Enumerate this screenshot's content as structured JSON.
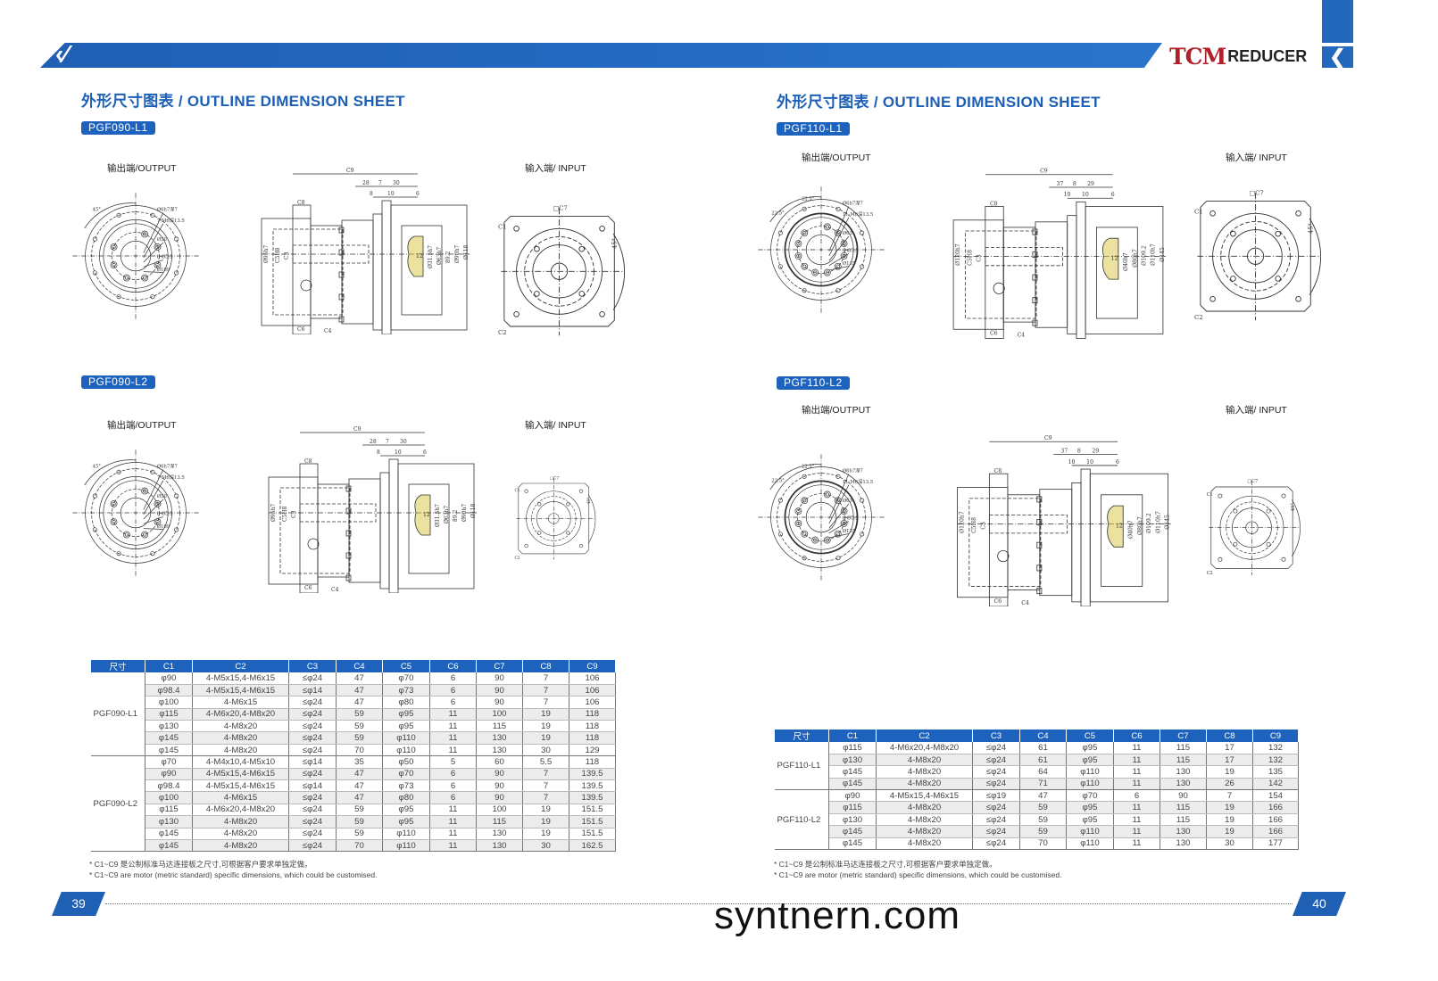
{
  "header": {
    "logo_mark": "TCM",
    "logo_word": "REDUCER",
    "back_icon": "chevron-left-icon"
  },
  "left": {
    "section_title": "外形尺寸图表 / OUTLINE DIMENSION SHEET",
    "page_number": "39",
    "variants": [
      {
        "model": "PGF090-L1",
        "output_label": "输出端/OUTPUT",
        "input_label": "输入端/ INPUT",
        "front": [
          "45°",
          "Ø6h7深7",
          "7-M6深13.5",
          "Ø50",
          "8-Ø5.5",
          "Ø109"
        ],
        "side": [
          "C9",
          "28",
          "7",
          "30",
          "8",
          "10",
          "6",
          "C8",
          "C6",
          "C4",
          "Ø95h7",
          "C5H8",
          "C3",
          "12",
          "Ø31.5h7",
          "Ø63h7",
          "89.2",
          "Ø90h7",
          "Ø118"
        ],
        "input": [
          "C7",
          "C1",
          "C2",
          "45°"
        ]
      },
      {
        "model": "PGF090-L2",
        "output_label": "输出端/OUTPUT",
        "input_label": "输入端/ INPUT",
        "front": [
          "45°",
          "Ø6h7深7",
          "7-M6深13.5",
          "Ø50",
          "8-Ø5.5",
          "Ø109"
        ],
        "side": [
          "C9",
          "28",
          "7",
          "30",
          "8",
          "10",
          "6",
          "C8",
          "C6",
          "C4",
          "Ø95h7",
          "C5H8",
          "C3",
          "12",
          "Ø31.5h7",
          "Ø63h7",
          "89.2",
          "Ø90h7",
          "Ø118"
        ],
        "input": [
          "C7",
          "C1",
          "C2",
          "45°"
        ]
      }
    ],
    "table": {
      "headers": [
        "尺寸",
        "C1",
        "C2",
        "C3",
        "C4",
        "C5",
        "C6",
        "C7",
        "C8",
        "C9"
      ],
      "groups": [
        {
          "model": "PGF090-L1",
          "rows": [
            [
              "φ90",
              "4-M5x15,4-M6x15",
              "≤φ24",
              "47",
              "φ70",
              "6",
              "90",
              "7",
              "106"
            ],
            [
              "φ98.4",
              "4-M5x15,4-M6x15",
              "≤φ14",
              "47",
              "φ73",
              "6",
              "90",
              "7",
              "106"
            ],
            [
              "φ100",
              "4-M6x15",
              "≤φ24",
              "47",
              "φ80",
              "6",
              "90",
              "7",
              "106"
            ],
            [
              "φ115",
              "4-M6x20,4-M8x20",
              "≤φ24",
              "59",
              "φ95",
              "11",
              "100",
              "19",
              "118"
            ],
            [
              "φ130",
              "4-M8x20",
              "≤φ24",
              "59",
              "φ95",
              "11",
              "115",
              "19",
              "118"
            ],
            [
              "φ145",
              "4-M8x20",
              "≤φ24",
              "59",
              "φ110",
              "11",
              "130",
              "19",
              "118"
            ],
            [
              "φ145",
              "4-M8x20",
              "≤φ24",
              "70",
              "φ110",
              "11",
              "130",
              "30",
              "129"
            ]
          ]
        },
        {
          "model": "PGF090-L2",
          "rows": [
            [
              "φ70",
              "4-M4x10,4-M5x10",
              "≤φ14",
              "35",
              "φ50",
              "5",
              "60",
              "5.5",
              "118"
            ],
            [
              "φ90",
              "4-M5x15,4-M6x15",
              "≤φ24",
              "47",
              "φ70",
              "6",
              "90",
              "7",
              "139.5"
            ],
            [
              "φ98.4",
              "4-M5x15,4-M6x15",
              "≤φ14",
              "47",
              "φ73",
              "6",
              "90",
              "7",
              "139.5"
            ],
            [
              "φ100",
              "4-M6x15",
              "≤φ24",
              "47",
              "φ80",
              "6",
              "90",
              "7",
              "139.5"
            ],
            [
              "φ115",
              "4-M6x20,4-M8x20",
              "≤φ24",
              "59",
              "φ95",
              "11",
              "100",
              "19",
              "151.5"
            ],
            [
              "φ130",
              "4-M8x20",
              "≤φ24",
              "59",
              "φ95",
              "11",
              "115",
              "19",
              "151.5"
            ],
            [
              "φ145",
              "4-M8x20",
              "≤φ24",
              "59",
              "φ110",
              "11",
              "130",
              "19",
              "151.5"
            ],
            [
              "φ145",
              "4-M8x20",
              "≤φ24",
              "70",
              "φ110",
              "11",
              "130",
              "30",
              "162.5"
            ]
          ]
        }
      ]
    },
    "footnote_cn": "* C1~C9 是公制标准马达连接板之尺寸,可根据客户要求单独定做。",
    "footnote_en": "* C1~C9 are motor (metric standard) specific dimensions, which could be customised."
  },
  "right": {
    "section_title": "外形尺寸图表 / OUTLINE DIMENSION SHEET",
    "page_number": "40",
    "variants": [
      {
        "model": "PGF110-L1",
        "output_label": "输出端/OUTPUT",
        "input_label": "输入端/ INPUT",
        "front": [
          "22.5°",
          "22.5°",
          "Ø6h7深7",
          "11-M6深13.5",
          "Ø63",
          "8-Ø5.5",
          "Ø135"
        ],
        "side": [
          "C9",
          "37",
          "8",
          "29",
          "10",
          "10",
          "6",
          "C8",
          "C6",
          "C4",
          "Ø120h7",
          "C5H8",
          "C3",
          "12",
          "Ø40h7",
          "Ø80h7",
          "Ø109.2",
          "Ø110h7",
          "Ø145"
        ],
        "input": [
          "C7",
          "C1",
          "C2",
          "45°"
        ]
      },
      {
        "model": "PGF110-L2",
        "output_label": "输出端/OUTPUT",
        "input_label": "输入端/ INPUT",
        "front": [
          "22.5°",
          "22.5°",
          "Ø6h7深7",
          "11-M6深13.5",
          "Ø63",
          "8-Ø5.5",
          "Ø135"
        ],
        "side": [
          "C9",
          "37",
          "8",
          "29",
          "10",
          "10",
          "6",
          "C8",
          "C6",
          "C4",
          "Ø120h7",
          "C5H8",
          "C3",
          "12",
          "Ø40h7",
          "Ø80h7",
          "Ø109.2",
          "Ø110h7",
          "Ø145"
        ],
        "input": [
          "C7",
          "C1",
          "C2",
          "45°"
        ]
      }
    ],
    "table": {
      "headers": [
        "尺寸",
        "C1",
        "C2",
        "C3",
        "C4",
        "C5",
        "C6",
        "C7",
        "C8",
        "C9"
      ],
      "groups": [
        {
          "model": "PGF110-L1",
          "rows": [
            [
              "φ115",
              "4-M6x20,4-M8x20",
              "≤φ24",
              "61",
              "φ95",
              "11",
              "115",
              "17",
              "132"
            ],
            [
              "φ130",
              "4-M8x20",
              "≤φ24",
              "61",
              "φ95",
              "11",
              "115",
              "17",
              "132"
            ],
            [
              "φ145",
              "4-M8x20",
              "≤φ24",
              "64",
              "φ110",
              "11",
              "130",
              "19",
              "135"
            ],
            [
              "φ145",
              "4-M8x20",
              "≤φ24",
              "71",
              "φ110",
              "11",
              "130",
              "26",
              "142"
            ]
          ]
        },
        {
          "model": "PGF110-L2",
          "rows": [
            [
              "φ90",
              "4-M5x15,4-M6x15",
              "≤φ19",
              "47",
              "φ70",
              "6",
              "90",
              "7",
              "154"
            ],
            [
              "φ115",
              "4-M8x20",
              "≤φ24",
              "59",
              "φ95",
              "11",
              "115",
              "19",
              "166"
            ],
            [
              "φ130",
              "4-M8x20",
              "≤φ24",
              "59",
              "φ95",
              "11",
              "115",
              "19",
              "166"
            ],
            [
              "φ145",
              "4-M8x20",
              "≤φ24",
              "59",
              "φ110",
              "11",
              "130",
              "19",
              "166"
            ],
            [
              "φ145",
              "4-M8x20",
              "≤φ24",
              "70",
              "φ110",
              "11",
              "130",
              "30",
              "177"
            ]
          ]
        }
      ]
    },
    "footnote_cn": "* C1~C9 是公制标准马达连接板之尺寸,可根据客户要求单独定做。",
    "footnote_en": "* C1~C9 are motor (metric standard) specific dimensions, which could be customised."
  },
  "watermark": "syntnern.com",
  "colors": {
    "brand_blue": "#1d63bd",
    "logo_red": "#b0202a",
    "hatch": "#d8c640"
  }
}
